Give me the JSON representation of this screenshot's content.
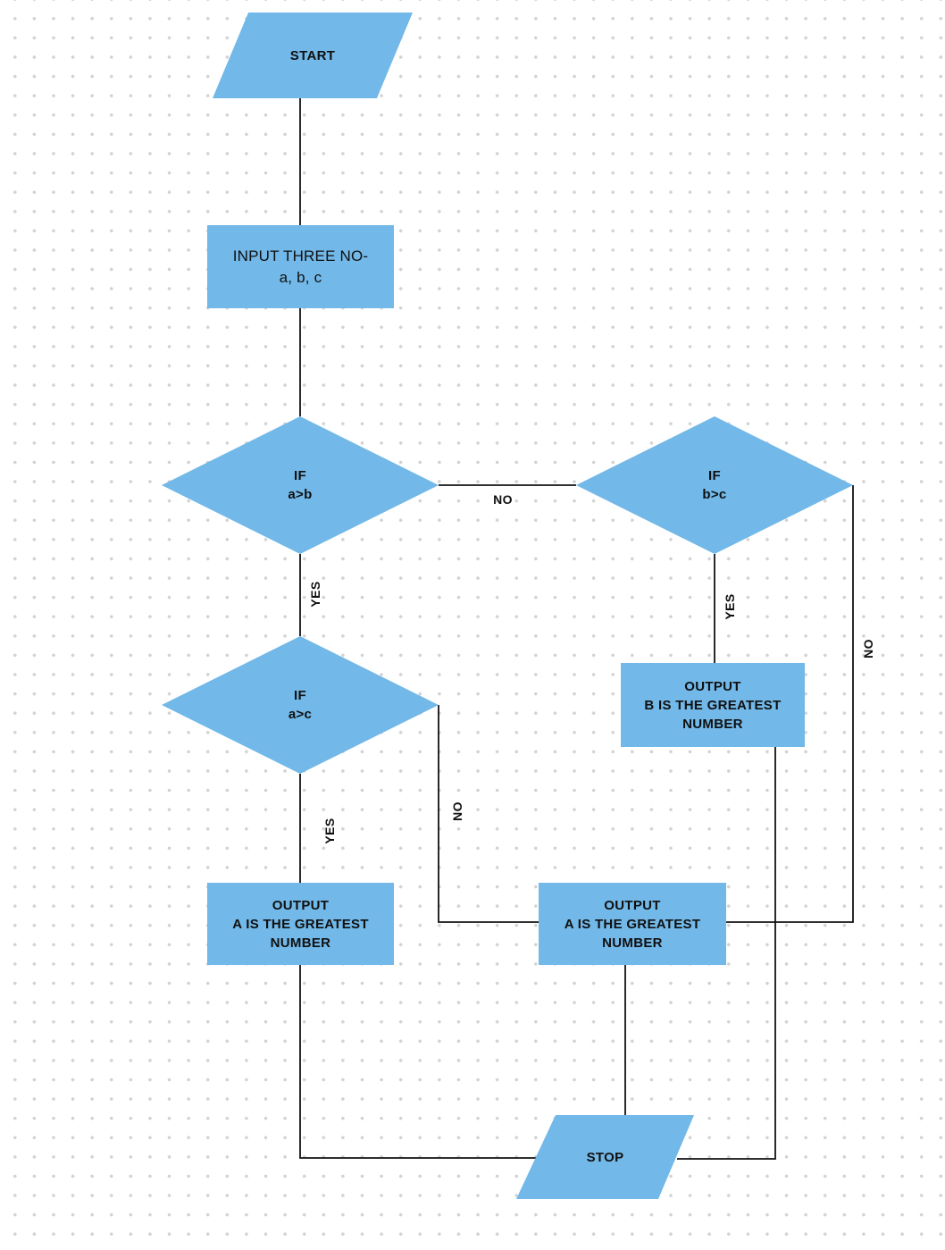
{
  "theme": {
    "background": "#ffffff",
    "dot_color": "#d2d2d2",
    "shape_fill": "#72b8e8",
    "connector_color": "#121212",
    "text_color": "#101010"
  },
  "nodes": {
    "start": {
      "type": "parallelogram",
      "lines": [
        "START"
      ]
    },
    "input": {
      "type": "rectangle",
      "lines": [
        "INPUT THREE NO-",
        "a, b, c"
      ]
    },
    "if_a_b": {
      "type": "diamond",
      "lines": [
        "IF",
        "a>b"
      ]
    },
    "if_b_c": {
      "type": "diamond",
      "lines": [
        "IF",
        "b>c"
      ]
    },
    "if_a_c": {
      "type": "diamond",
      "lines": [
        "IF",
        "a>c"
      ]
    },
    "output_b": {
      "type": "rectangle",
      "lines": [
        "OUTPUT",
        "B IS THE GREATEST",
        "NUMBER"
      ]
    },
    "output_a_left": {
      "type": "rectangle",
      "lines": [
        "OUTPUT",
        "A IS THE GREATEST",
        "NUMBER"
      ]
    },
    "output_a_center": {
      "type": "rectangle",
      "lines": [
        "OUTPUT",
        "A IS THE GREATEST",
        "NUMBER"
      ]
    },
    "stop": {
      "type": "parallelogram",
      "lines": [
        "STOP"
      ]
    }
  },
  "edge_labels": {
    "a_b_no": "NO",
    "a_b_yes": "YES",
    "b_c_yes": "YES",
    "b_c_no": "NO",
    "a_c_yes": "YES",
    "a_c_no": "NO"
  }
}
